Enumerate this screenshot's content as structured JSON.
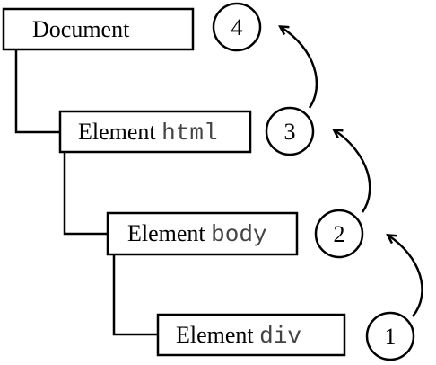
{
  "nodes": [
    {
      "label": "Document",
      "code": ""
    },
    {
      "label": "Element ",
      "code": "html"
    },
    {
      "label": "Element ",
      "code": "body"
    },
    {
      "label": "Element ",
      "code": "div"
    }
  ],
  "steps": [
    "4",
    "3",
    "2",
    "1"
  ]
}
